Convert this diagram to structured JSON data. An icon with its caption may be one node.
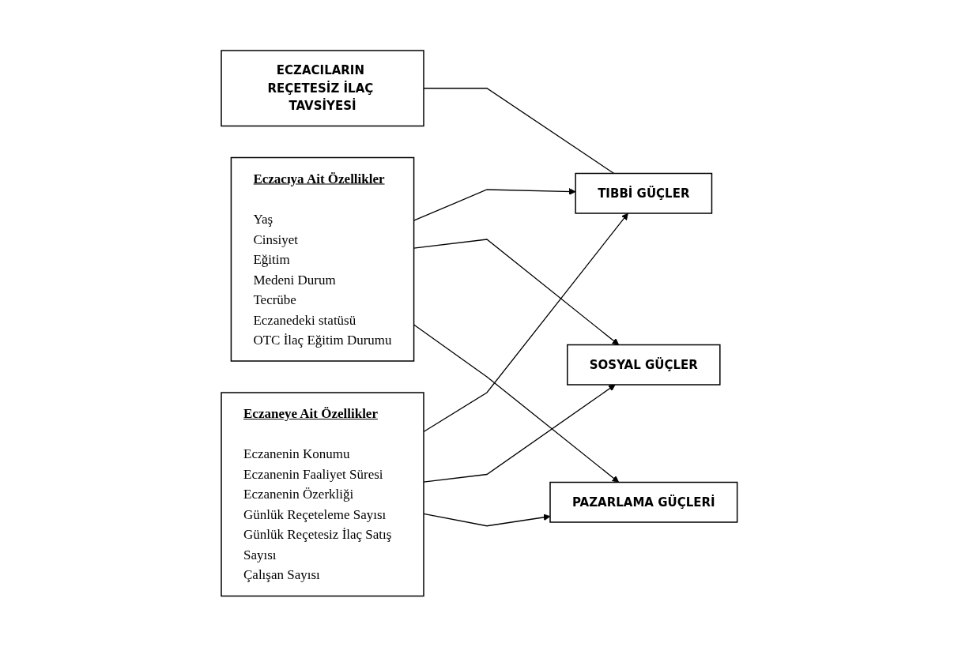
{
  "diagram": {
    "nodes": [
      {
        "text": [
          "Eczacıya Ait Özellikler",
          "Yaş",
          "Cinsiyet",
          "Eğitim",
          "Medeni Durum",
          "Tecrübe",
          "Eczanedeki statüsü",
          "OTC İlaç Eğitim Durumu"
        ]
      },
      {
        "text": [
          "Eczaneye Ait Özellikler",
          "Eczanenin Konumu",
          "Eczanenin Faaliyet Süresi",
          "Eczanenin Özerkliği",
          "Günlük Reçeteleme Sayısı",
          "Günlük Reçetesiz İlaç Satış Sayısı",
          "Çalışan Sayısı"
        ]
      },
      {
        "text": [
          "ECZACILARIN REÇETESİZ İLAÇ TAVSİYESİ"
        ]
      },
      {
        "text": [
          "TIBBİ GÜÇLER"
        ]
      },
      {
        "text": [
          "SOSYAL GÜÇLER"
        ]
      },
      {
        "text": [
          "PAZARLAMA GÜÇLERİ"
        ]
      }
    ],
    "edges": [
      {
        "from": 0,
        "to": 3,
        "arrow": "to"
      },
      {
        "from": 0,
        "to": 4,
        "arrow": "to"
      },
      {
        "from": 0,
        "to": 5,
        "arrow": "to"
      },
      {
        "from": 1,
        "to": 3,
        "arrow": "to"
      },
      {
        "from": 1,
        "to": 4,
        "arrow": "to"
      },
      {
        "from": 1,
        "to": 5,
        "arrow": "to"
      },
      {
        "from": 2,
        "to": 3,
        "arrow": "none"
      }
    ]
  }
}
